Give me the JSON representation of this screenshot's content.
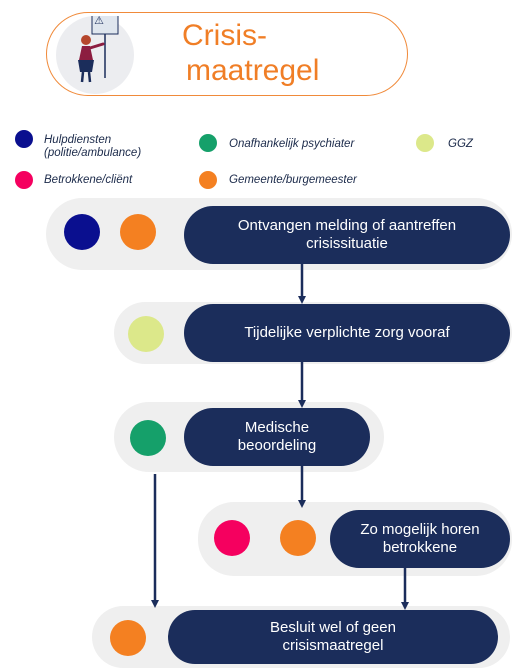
{
  "title": {
    "line1": "Crisis-",
    "line2": "maatregel"
  },
  "colors": {
    "navy": "#1b2d5b",
    "hulpdiensten": "#0a0f8f",
    "betrokkene": "#f5005f",
    "psychiater": "#15a06a",
    "gemeente": "#f48021",
    "ggz": "#dce88a",
    "accent": "#f07e26",
    "track": "#efefef"
  },
  "legend": [
    {
      "label_line1": "Hulpdiensten",
      "label_line2": "(politie/ambulance)",
      "color_key": "hulpdiensten"
    },
    {
      "label_line1": "Onafhankelijk psychiater",
      "label_line2": "",
      "color_key": "psychiater"
    },
    {
      "label_line1": "GGZ",
      "label_line2": "",
      "color_key": "ggz"
    },
    {
      "label_line1": "Betrokkene/cliënt",
      "label_line2": "",
      "color_key": "betrokkene"
    },
    {
      "label_line1": "Gemeente/burgemeester",
      "label_line2": "",
      "color_key": "gemeente"
    }
  ],
  "steps": [
    {
      "line1": "Ontvangen melding of aantreffen",
      "line2": "crisissituatie"
    },
    {
      "line1": "Tijdelijke verplichte zorg vooraf",
      "line2": ""
    },
    {
      "line1": "Medische",
      "line2": "beoordeling"
    },
    {
      "line1": "Zo mogelijk horen",
      "line2": "betrokkene"
    },
    {
      "line1": "Besluit wel of geen",
      "line2": "crisismaatregel"
    }
  ],
  "icon": {
    "name": "warning-sign-person-icon",
    "symbol": "⚠"
  }
}
